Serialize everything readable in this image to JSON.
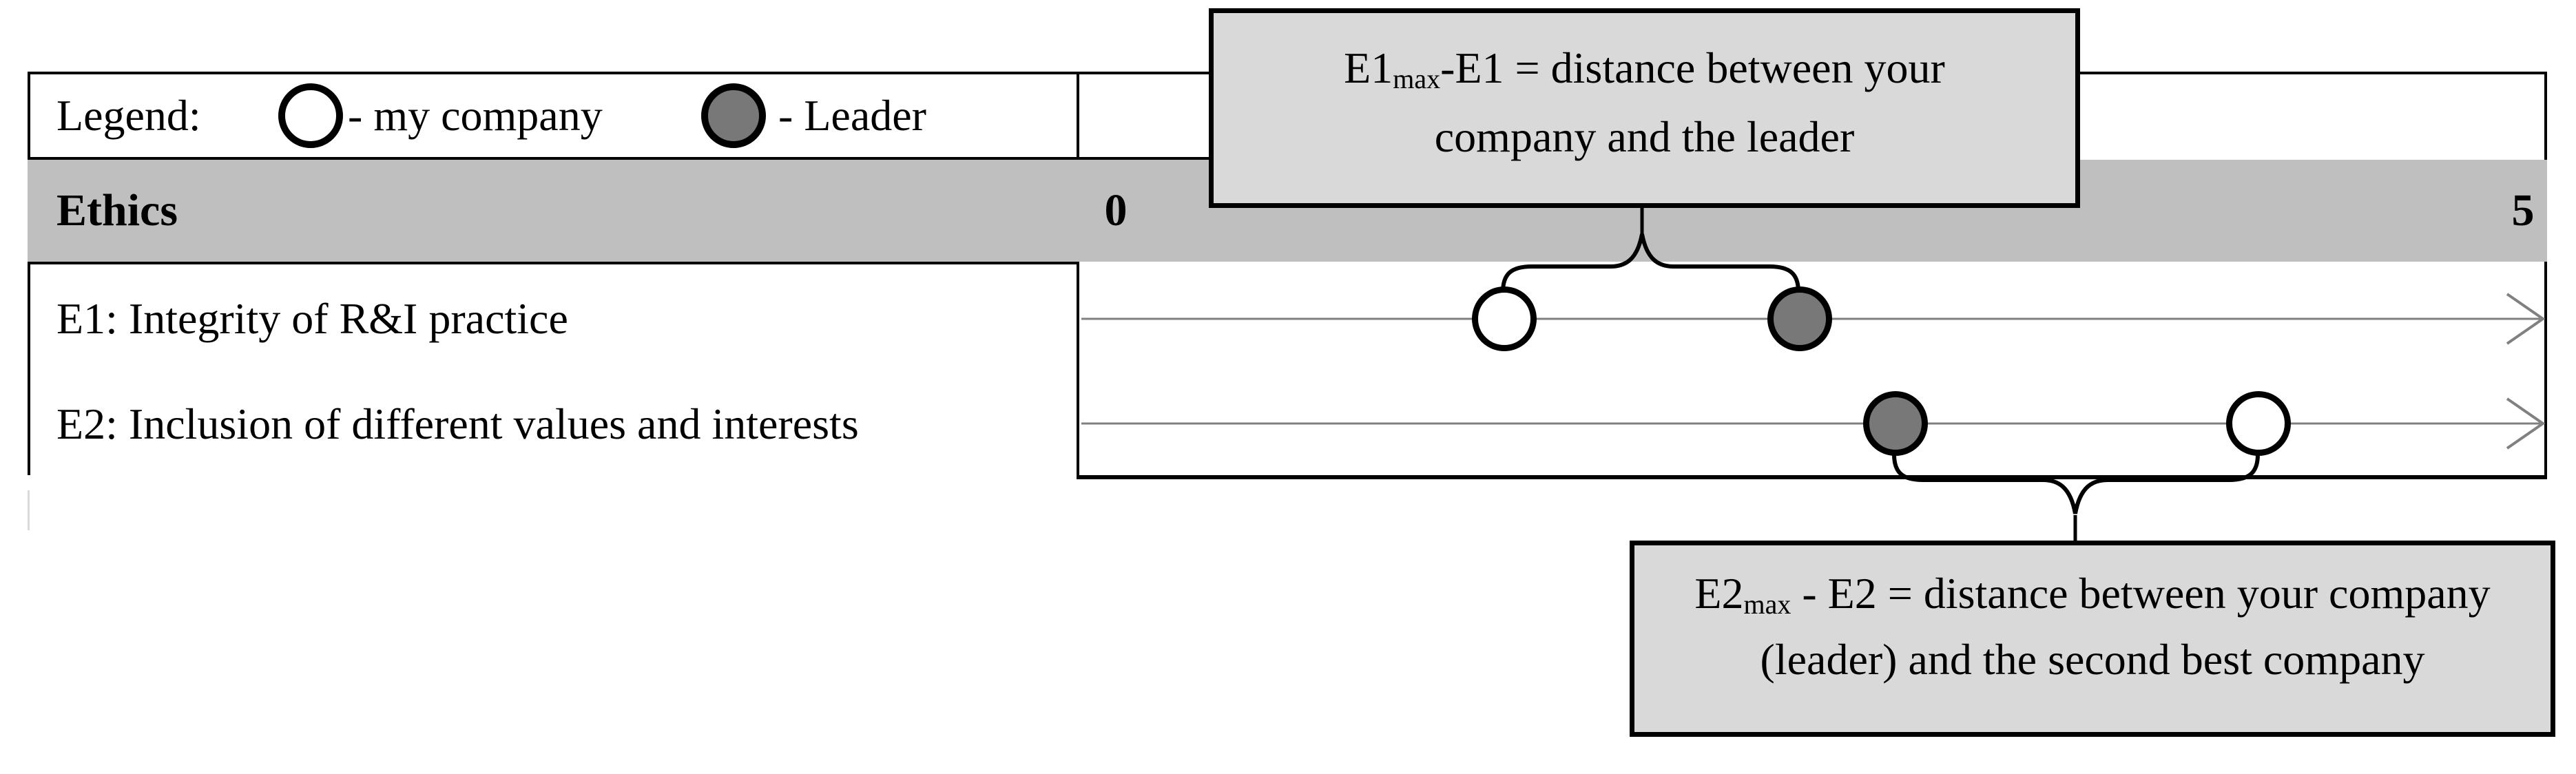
{
  "figure": {
    "legend": {
      "title": "Legend:",
      "my_company_label": "- my company",
      "leader_label": "- Leader"
    },
    "header": {
      "label": "Ethics",
      "scale_start": "0",
      "scale_end": "5"
    },
    "rows": [
      {
        "label": "E1: Integrity of R&I practice"
      },
      {
        "label": "E2: Inclusion of different values and interests"
      }
    ],
    "callouts": [
      {
        "base": "E1",
        "subscript": "max",
        "line1_rest": "-E1 = distance between your",
        "line2": "company and the leader"
      },
      {
        "base": "E2",
        "subscript": "max",
        "line1_rest": " - E2 = distance between your company",
        "line2": "(leader) and the second best company"
      }
    ],
    "colors": {
      "header_bg": "#bfbfbf",
      "callout_bg": "#d9d9d9",
      "leader_fill": "#787878",
      "my_company_fill": "#ffffff",
      "axis_line": "#808080",
      "border_color": "#000000"
    }
  },
  "chart_data": {
    "type": "scatter",
    "title": "Ethics",
    "categories": [
      "E1: Integrity of R&I practice",
      "E2: Inclusion of different values and interests"
    ],
    "series": [
      {
        "name": "my company",
        "values": [
          1.38,
          4.06
        ]
      },
      {
        "name": "Leader",
        "values": [
          2.43,
          2.77
        ]
      }
    ],
    "xlim": [
      0,
      5
    ],
    "xticks": [
      "0",
      "5"
    ],
    "legend_position": "top-left",
    "grid": false
  }
}
